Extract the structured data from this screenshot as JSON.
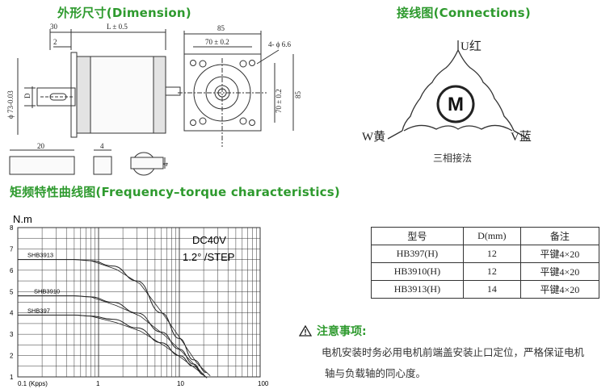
{
  "headings": {
    "dimension": "外形尺寸(Dimension)",
    "connections": "接线图(Connections)",
    "chart": "矩频特性曲线图(Frequency–torque characteristics)"
  },
  "dimension": {
    "dim_30": "30",
    "dim_L": "L ± 0.5",
    "dim_2": "2",
    "dim_85_top": "85",
    "dim_70_top": "70 ± 0.2",
    "dim_hole": "4- ϕ 6.6",
    "dim_85_right": "85",
    "dim_70_right": "70 ± 0.2",
    "dim_shaft": "ϕ 73-0.03",
    "dim_D": "D",
    "key_len": "20",
    "key_w": "4",
    "key_h": "4"
  },
  "connections": {
    "motor_label": "M",
    "u": "U红",
    "w": "W黄",
    "v": "V蓝",
    "caption": "三相接法"
  },
  "chart_data": {
    "type": "line",
    "ylabel": "N.m",
    "x_unit_label": "0.1 (Kpps)",
    "x_ticks": [
      "1",
      "10",
      "100"
    ],
    "x_scale": "log",
    "xlim": [
      0.1,
      100
    ],
    "y_ticks": [
      "1",
      "2",
      "3",
      "4",
      "5",
      "6",
      "7",
      "8"
    ],
    "ylim": [
      1,
      8
    ],
    "grid": true,
    "annotations": [
      "DC40V",
      "1.2°  /STEP"
    ],
    "series": [
      {
        "name": "SHB3913",
        "x": [
          0.1,
          0.5,
          0.8,
          1.5,
          3,
          6,
          10,
          15,
          22
        ],
        "y": [
          6.5,
          6.5,
          6.45,
          6.2,
          5.5,
          4.0,
          2.8,
          1.8,
          1.2
        ]
      },
      {
        "name": "SHB3910",
        "x": [
          0.1,
          0.5,
          0.8,
          1.5,
          3,
          6,
          10,
          15,
          20
        ],
        "y": [
          4.8,
          4.8,
          4.75,
          4.5,
          4.0,
          3.1,
          2.3,
          1.6,
          1.1
        ]
      },
      {
        "name": "SHB397",
        "x": [
          0.1,
          0.5,
          0.8,
          1.5,
          3,
          6,
          10,
          15,
          20
        ],
        "y": [
          3.9,
          3.9,
          3.85,
          3.7,
          3.3,
          2.6,
          2.0,
          1.5,
          1.1
        ]
      }
    ]
  },
  "spec_table": {
    "headers": [
      "型号",
      "D(mm)",
      "备注"
    ],
    "rows": [
      [
        "HB397(H)",
        "12",
        "平键4×20"
      ],
      [
        "HB3910(H)",
        "12",
        "平键4×20"
      ],
      [
        "HB3913(H)",
        "14",
        "平键4×20"
      ]
    ]
  },
  "notice": {
    "title": "注意事项:",
    "line1": "电机安装时务必用电机前端盖安装止口定位，严格保证电机",
    "line2": "轴与负载轴的同心度。"
  }
}
